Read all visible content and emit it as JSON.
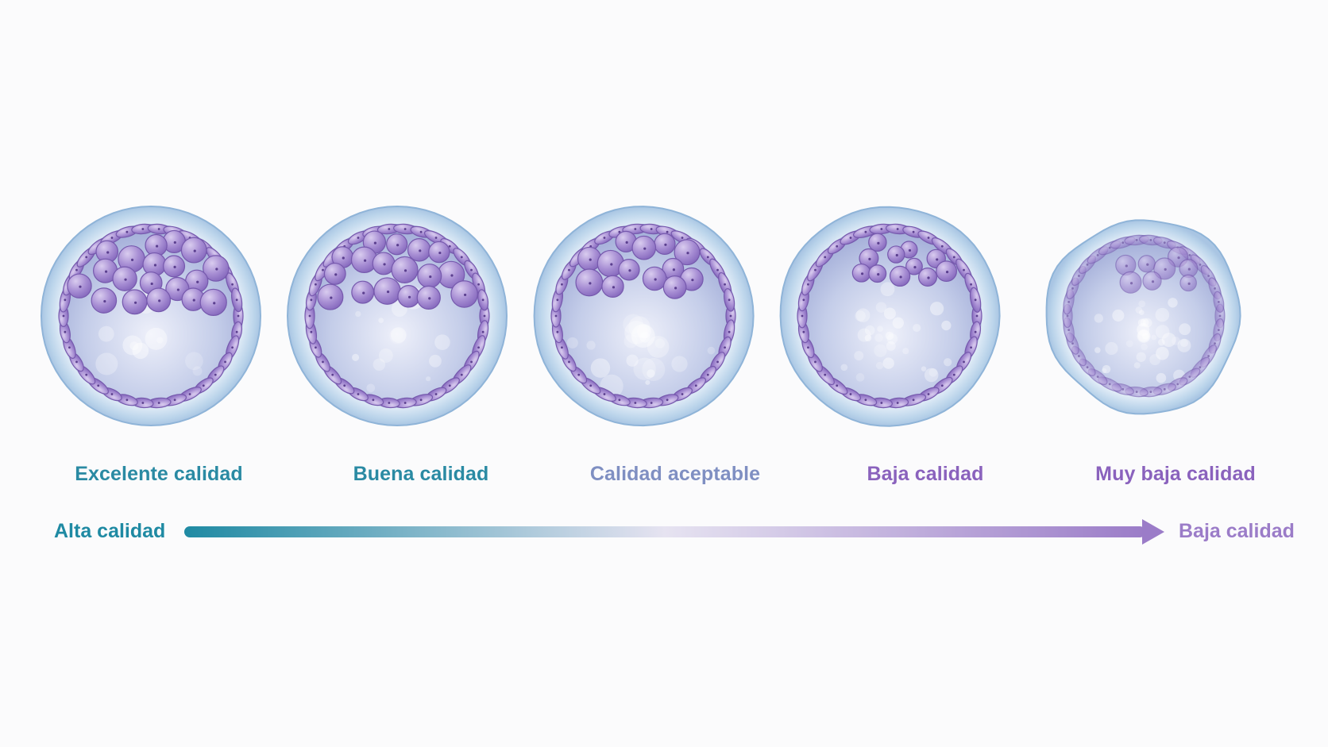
{
  "embryos": [
    {
      "label": "Excelente calidad",
      "color": "#2a8aa3",
      "icm_count": 30,
      "icm_fill": 0.95,
      "cavity_clarity": 1.0,
      "shell_irregularity": 0.0
    },
    {
      "label": "Buena calidad",
      "color": "#2a8aa3",
      "icm_count": 24,
      "icm_fill": 0.85,
      "cavity_clarity": 0.9,
      "shell_irregularity": 0.0
    },
    {
      "label": "Calidad aceptable",
      "color": "#7f8fc2",
      "icm_count": 18,
      "icm_fill": 0.6,
      "cavity_clarity": 0.75,
      "shell_irregularity": 0.05
    },
    {
      "label": "Baja calidad",
      "color": "#8a62bd",
      "icm_count": 11,
      "icm_fill": 0.4,
      "cavity_clarity": 0.55,
      "shell_irregularity": 0.1
    },
    {
      "label": "Muy baja calidad",
      "color": "#8a62bd",
      "icm_count": 8,
      "icm_fill": 0.25,
      "cavity_clarity": 0.35,
      "shell_irregularity": 0.35
    }
  ],
  "scale": {
    "start_label": "Alta calidad",
    "end_label": "Baja calidad",
    "start_color": "#1f8aa3",
    "end_color": "#9b7cc8",
    "mid_color": "#e6e3f1"
  },
  "colors": {
    "cell_fill": "#a88fd4",
    "cell_stroke": "#7659ad",
    "cell_highlight": "#d9ccef",
    "shell": "#b9d3ea",
    "shell_stroke": "#8fb4d8",
    "cavity": "#c4cde9"
  }
}
